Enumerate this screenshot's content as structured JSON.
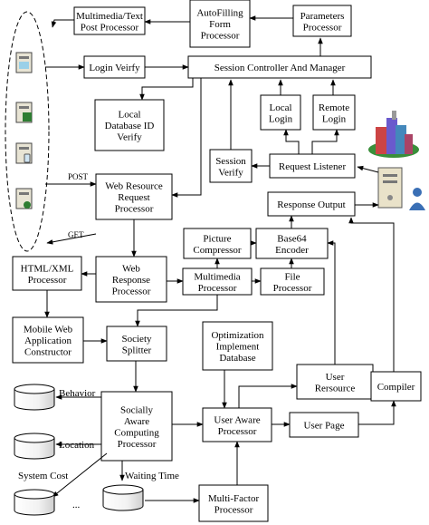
{
  "nodes": {
    "multimedia_text_post_processor": [
      "Multimedia/Text",
      "Post Processor"
    ],
    "autofilling_form_processor": [
      "AutoFilling",
      "Form",
      "Processor"
    ],
    "parameters_processor": [
      "Parameters",
      "Processor"
    ],
    "login_verify": [
      "Login Veirfy"
    ],
    "session_controller": [
      "Session Controller And Manager"
    ],
    "local_database_id_verify": [
      "Local",
      "Database ID",
      "Verify"
    ],
    "local_login": [
      "Local",
      "Login"
    ],
    "remote_login": [
      "Remote",
      "Login"
    ],
    "session_verify": [
      "Session",
      "Verify"
    ],
    "request_listener": [
      "Request Listener"
    ],
    "web_resource_request_processor": [
      "Web Resource",
      "Request",
      "Processor"
    ],
    "response_output": [
      "Response Output"
    ],
    "picture_compressor": [
      "Picture",
      "Compressor"
    ],
    "base64_encoder": [
      "Base64",
      "Encoder"
    ],
    "html_xml_processor": [
      "HTML/XML",
      "Processor"
    ],
    "web_response_processor": [
      "Web",
      "Response",
      "Processor"
    ],
    "multimedia_processor": [
      "Multimedia",
      "Processor"
    ],
    "file_processor": [
      "File",
      "Processor"
    ],
    "mobile_web_application_constructor": [
      "Mobile Web",
      "Application",
      "Constructor"
    ],
    "society_splitter": [
      "Society",
      "Splitter"
    ],
    "optimization_implement_database": [
      "Optimization",
      "Implement",
      "Database"
    ],
    "user_rersource": [
      "User",
      "Rersource"
    ],
    "compiler": [
      "Compiler"
    ],
    "socially_aware_computing_processor": [
      "Socially",
      "Aware",
      "Computing",
      "Processor"
    ],
    "user_aware_processor": [
      "User Aware",
      "Processor"
    ],
    "user_page": [
      "User Page"
    ],
    "multi_factor_processor": [
      "Multi-Factor",
      "Processor"
    ]
  },
  "edge_labels": {
    "post": "POST",
    "get": "GET",
    "behavior": "Behavior",
    "location": "Location",
    "system_cost": "System Cost",
    "waiting_time": "Waiting Time",
    "ellipsis": "..."
  }
}
